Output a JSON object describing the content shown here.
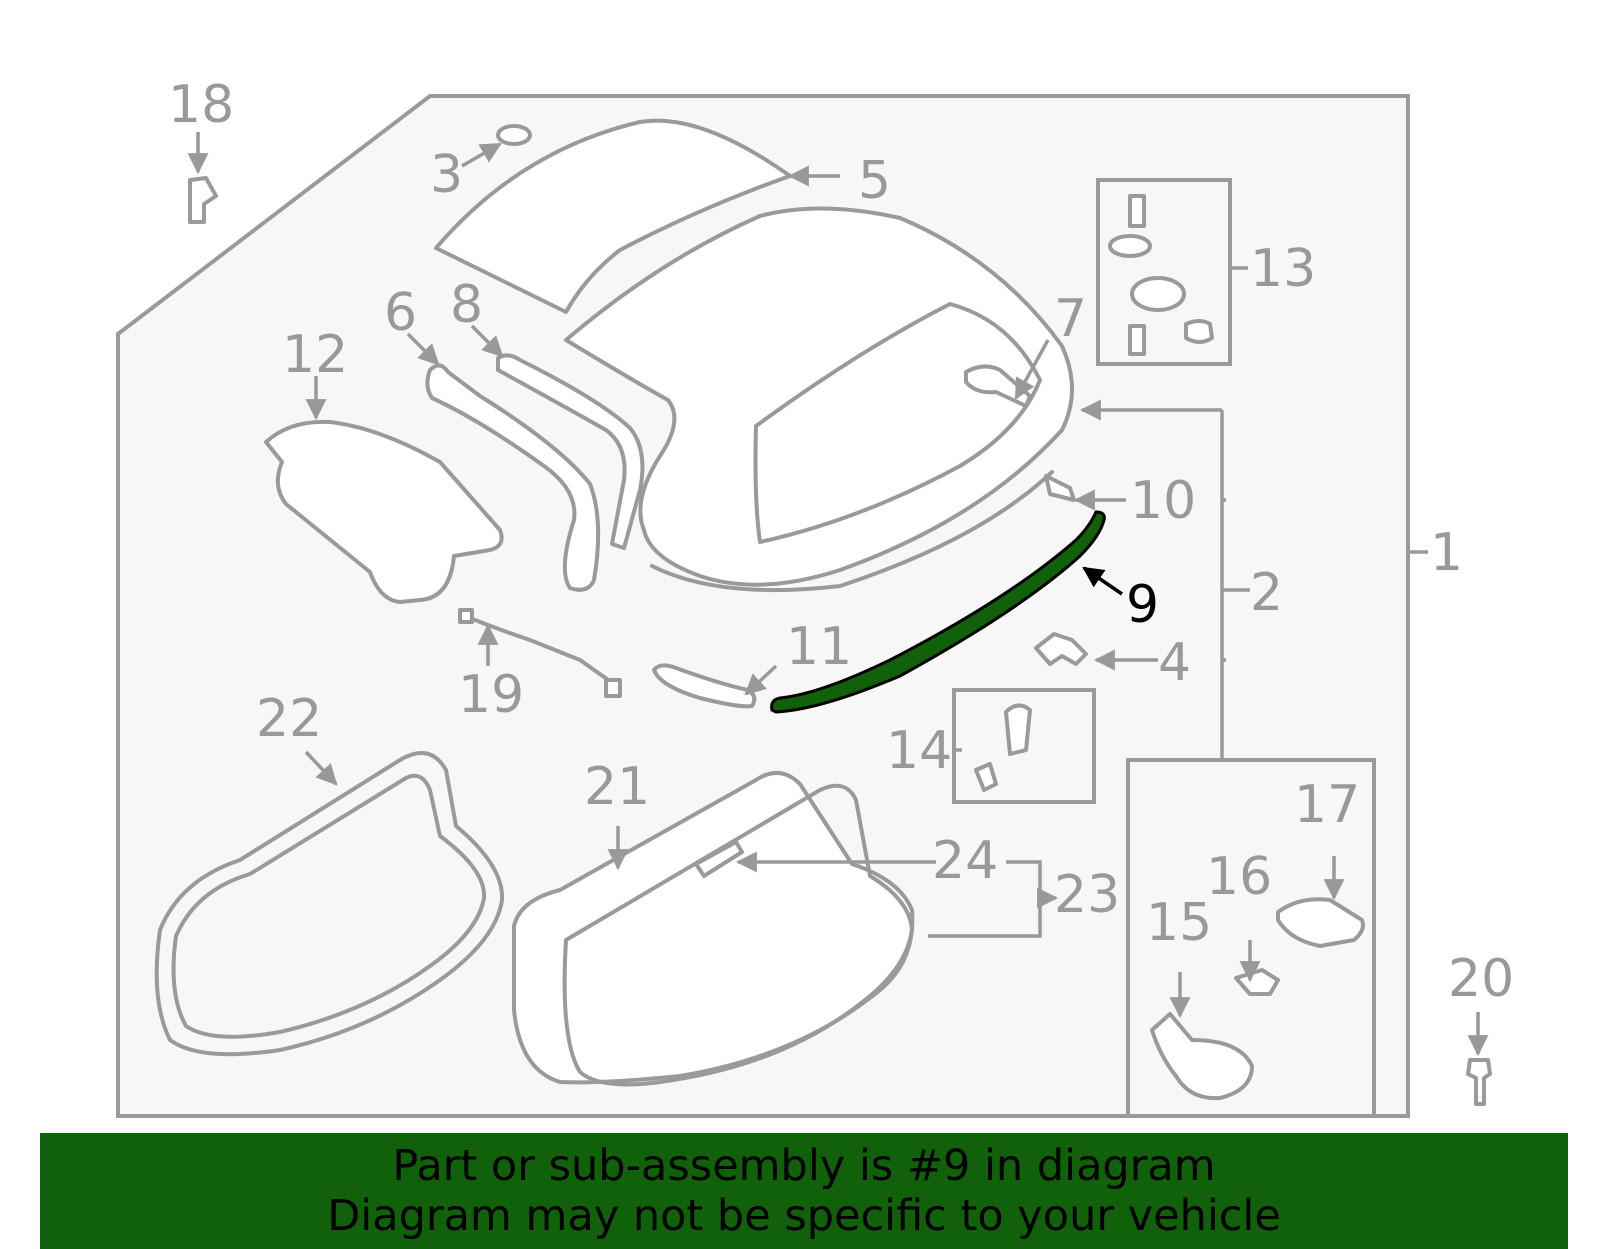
{
  "diagram": {
    "highlighted_part": "9",
    "highlight_color": "#11610b",
    "line_color": "#999999",
    "callouts": [
      "18",
      "3",
      "5",
      "13",
      "6",
      "8",
      "7",
      "12",
      "10",
      "1",
      "2",
      "9",
      "4",
      "11",
      "19",
      "14",
      "22",
      "21",
      "24",
      "23",
      "17",
      "16",
      "15",
      "20"
    ]
  },
  "banner": {
    "line1": "Part or sub-assembly is #9 in diagram",
    "line2": "Diagram may not be specific to your vehicle",
    "background": "#11610b"
  }
}
